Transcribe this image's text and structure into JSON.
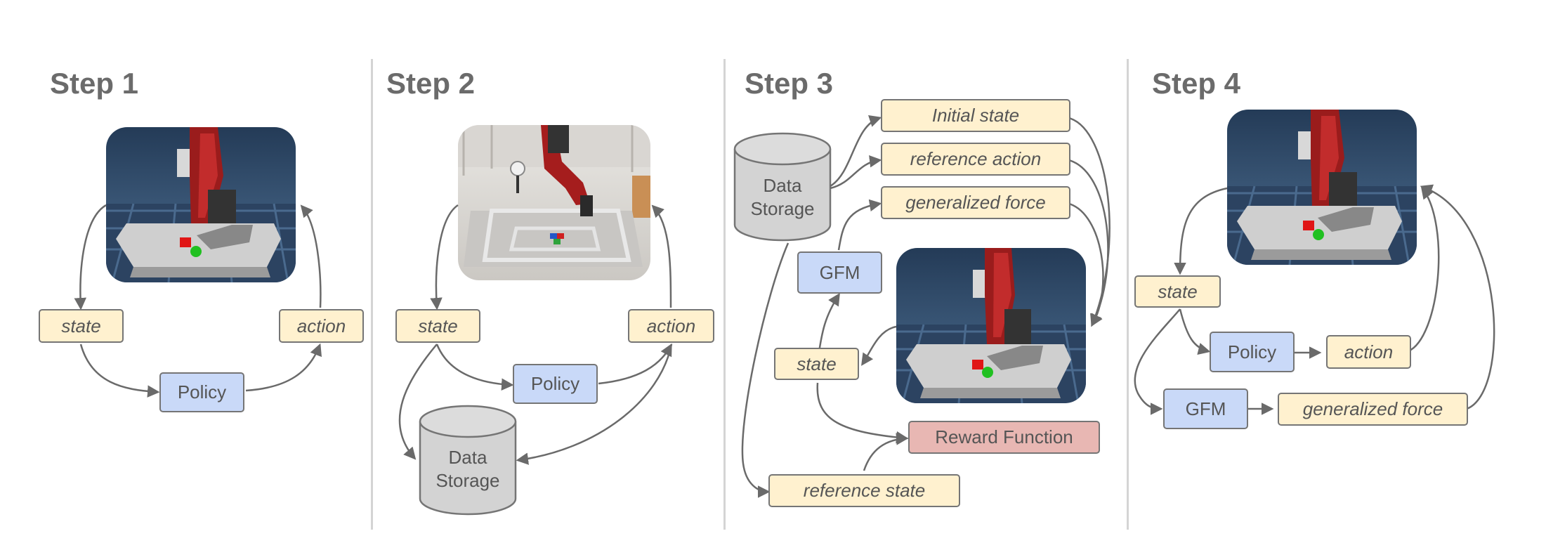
{
  "steps": [
    {
      "title": "Step 1"
    },
    {
      "title": "Step 2"
    },
    {
      "title": "Step 3"
    },
    {
      "title": "Step 4"
    }
  ],
  "labels": {
    "state": "state",
    "action": "action",
    "policy": "Policy",
    "data_storage_line1": "Data",
    "data_storage_line2": "Storage",
    "initial_state": "Initial state",
    "reference_action": "reference action",
    "generalized_force": "generalized force",
    "gfm": "GFM",
    "reward_function": "Reward Function",
    "reference_state": "reference state"
  },
  "images": {
    "step1": "simulated-robot-arm-scene",
    "step2": "real-robot-arm-scene",
    "step3": "simulated-robot-arm-scene",
    "step4": "simulated-robot-arm-scene"
  },
  "colors": {
    "state_box": "#fff1cf",
    "policy_box": "#c9d9f8",
    "reward_box": "#e8b7b3",
    "storage": "#d3d3d3",
    "arrow": "#6a6a6a"
  }
}
